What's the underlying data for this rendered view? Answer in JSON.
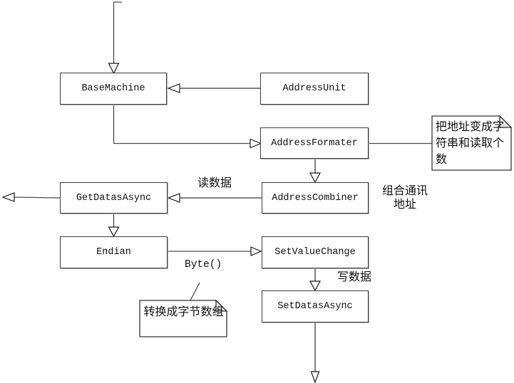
{
  "diagram": {
    "title": "data-flow class diagram",
    "nodes": {
      "basemachine": "BaseMachine",
      "addressunit": "AddressUnit",
      "addressformater": "AddressFormater",
      "getdatasasync": "GetDatasAsync",
      "addresscombiner": "AddressCombiner",
      "endian": "Endian",
      "setvaluechange": "SetValueChange",
      "setdatasasync": "SetDatasAsync"
    },
    "labels": {
      "read_data": "读数据",
      "combine_address": "组合通讯地址",
      "byte_call": "Byte()",
      "write_data": "写数据"
    },
    "notes": {
      "address_note": "把地址变成字符串和读取个数",
      "byte_note": "转换成字节数组"
    },
    "colors": {
      "background": "#ffffff",
      "connector_gray": "#808080",
      "connector_dark": "#4d4d4d",
      "node_border": "#3c3c3c",
      "text": "#111111"
    }
  }
}
